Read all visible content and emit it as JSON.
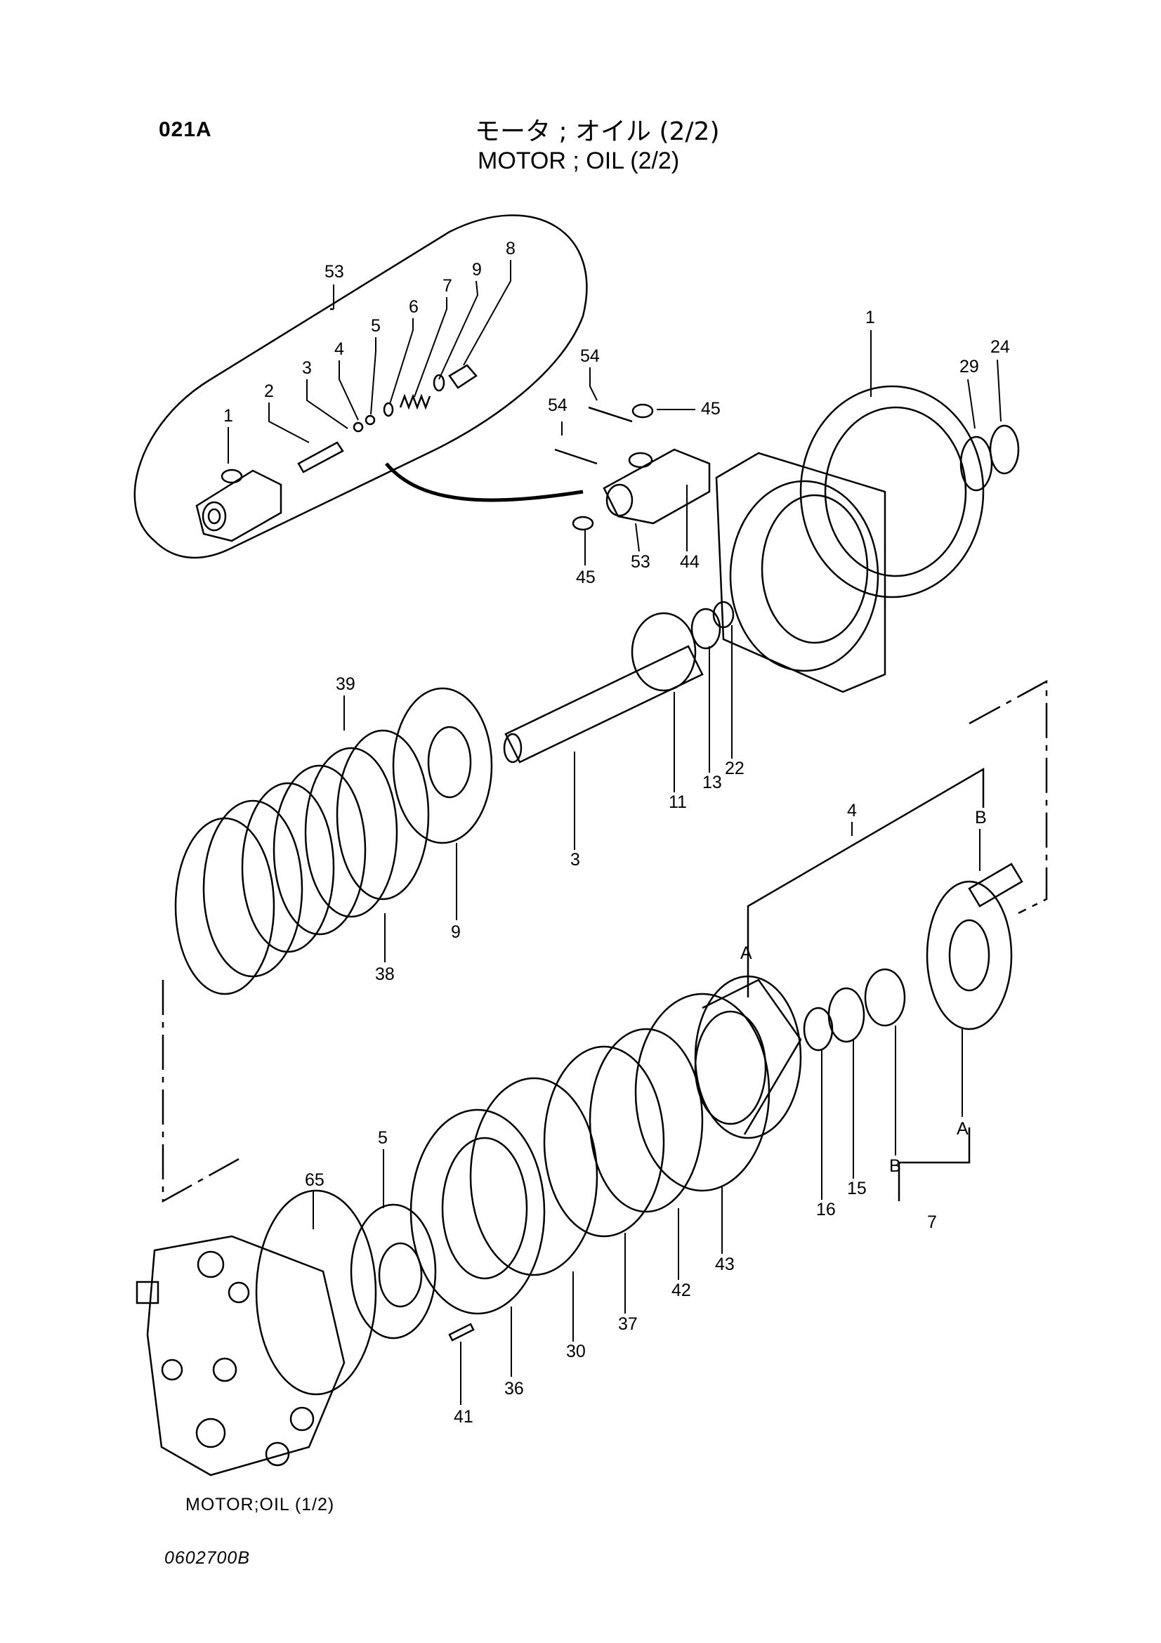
{
  "header": {
    "code": "021A",
    "title_jp": "モータ ; オイル (2/2)",
    "title_en": "MOTOR ; OIL (2/2)"
  },
  "footer": {
    "reference": "MOTOR;OIL (1/2)",
    "drawing_no": "0602700B"
  },
  "callouts": {
    "p53_top": "53",
    "p8": "8",
    "p9_top": "9",
    "p7_top": "7",
    "p6": "6",
    "p5_top": "5",
    "p4_top": "4",
    "p3_top": "3",
    "p2": "2",
    "p1_top": "1",
    "p54a": "54",
    "p54b": "54",
    "p45a": "45",
    "p45b": "45",
    "p53b": "53",
    "p44": "44",
    "p1_housing": "1",
    "p29": "29",
    "p24": "24",
    "p39": "39",
    "p38": "38",
    "p9": "9",
    "p3": "3",
    "p11": "11",
    "p13": "13",
    "p22": "22",
    "p4": "4",
    "B_top": "B",
    "A_top": "A",
    "p16": "16",
    "p15": "15",
    "B_bottom": "B",
    "A_bottom": "A",
    "p7": "7",
    "p65": "65",
    "p5": "5",
    "p41": "41",
    "p36": "36",
    "p30": "30",
    "p37": "37",
    "p42": "42",
    "p43": "43"
  }
}
